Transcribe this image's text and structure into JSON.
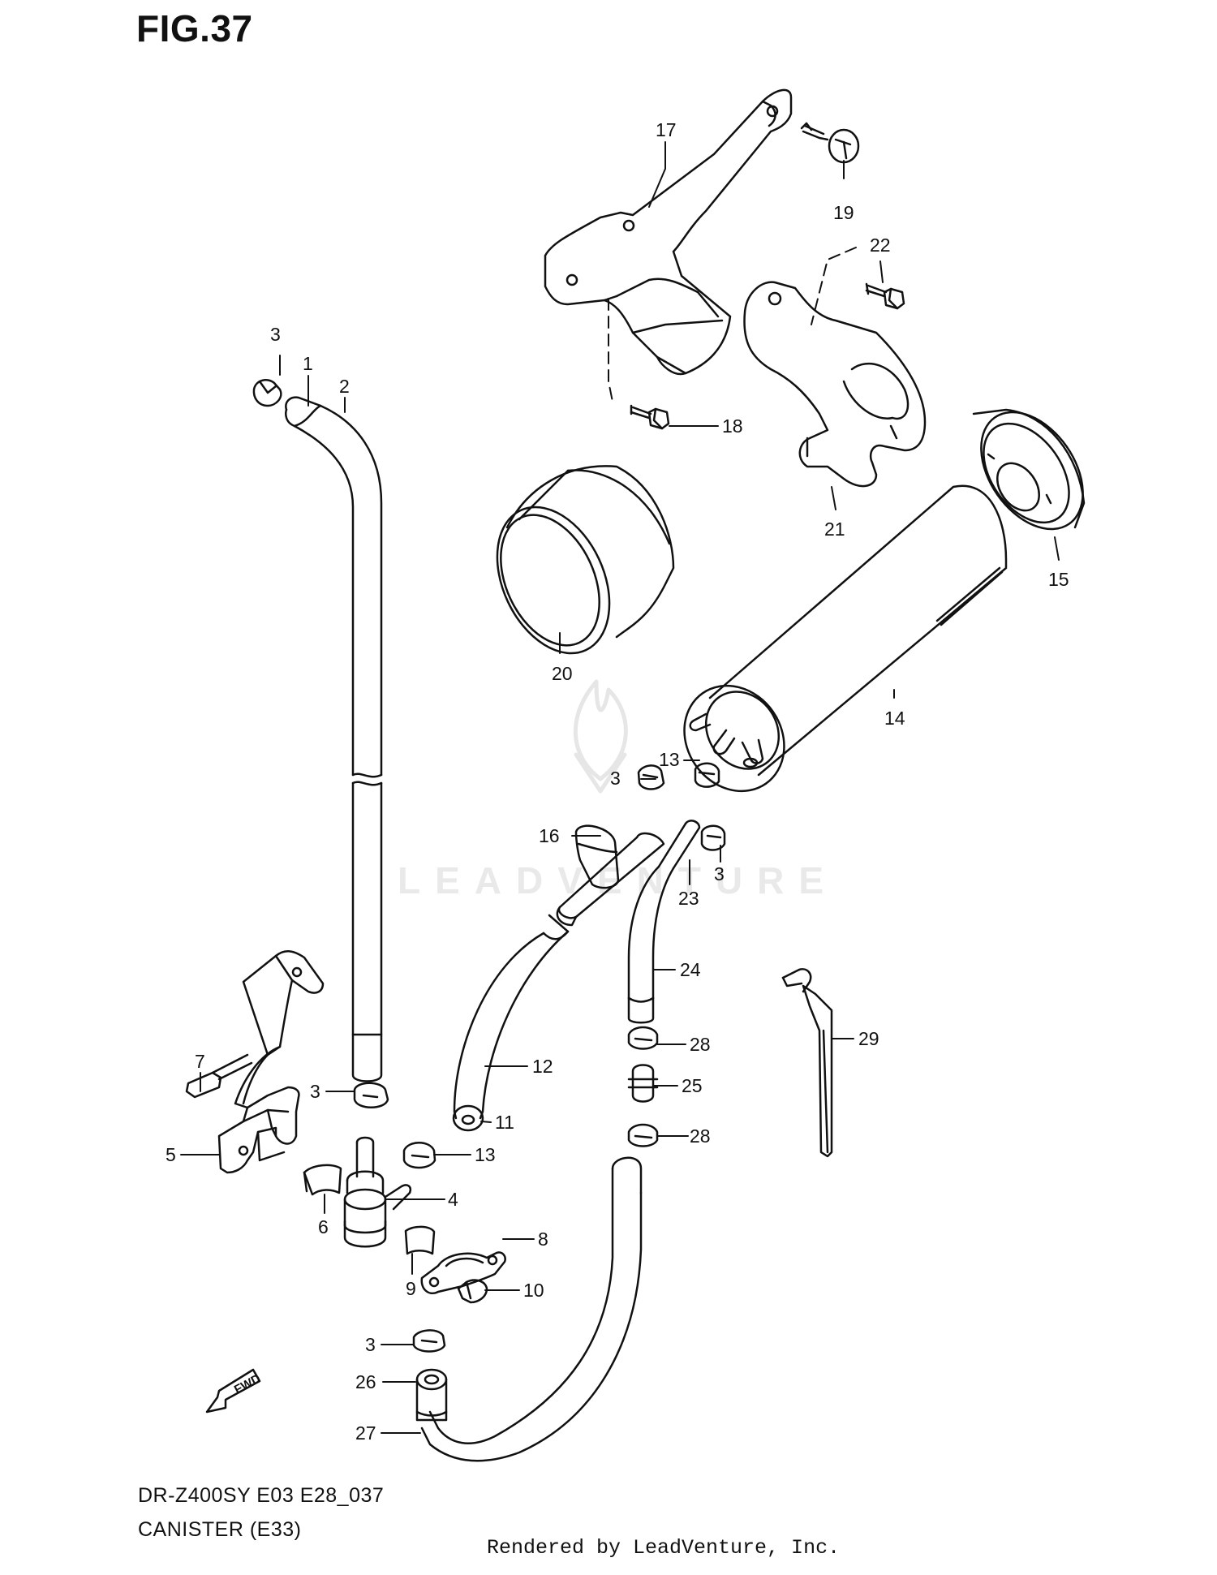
{
  "figure_title": "FIG.37",
  "model_code": "DR-Z400SY E03 E28_037",
  "subtitle": "CANISTER (E33)",
  "rendered_by": "Rendered by LeadVenture, Inc.",
  "watermark": "LEADVENTURE",
  "fwd_label": "FWD",
  "callouts": {
    "c1": "1",
    "c2": "2",
    "c3a": "3",
    "c3b": "3",
    "c3c": "3",
    "c3d": "3",
    "c3e": "3",
    "c4": "4",
    "c5": "5",
    "c6": "6",
    "c7": "7",
    "c8": "8",
    "c9": "9",
    "c10": "10",
    "c11": "11",
    "c12": "12",
    "c13a": "13",
    "c13b": "13",
    "c14": "14",
    "c15": "15",
    "c16": "16",
    "c17": "17",
    "c18": "18",
    "c19": "19",
    "c20": "20",
    "c21": "21",
    "c22": "22",
    "c23": "23",
    "c24": "24",
    "c25": "25",
    "c26": "26",
    "c27": "27",
    "c28a": "28",
    "c28b": "28",
    "c29": "29"
  }
}
